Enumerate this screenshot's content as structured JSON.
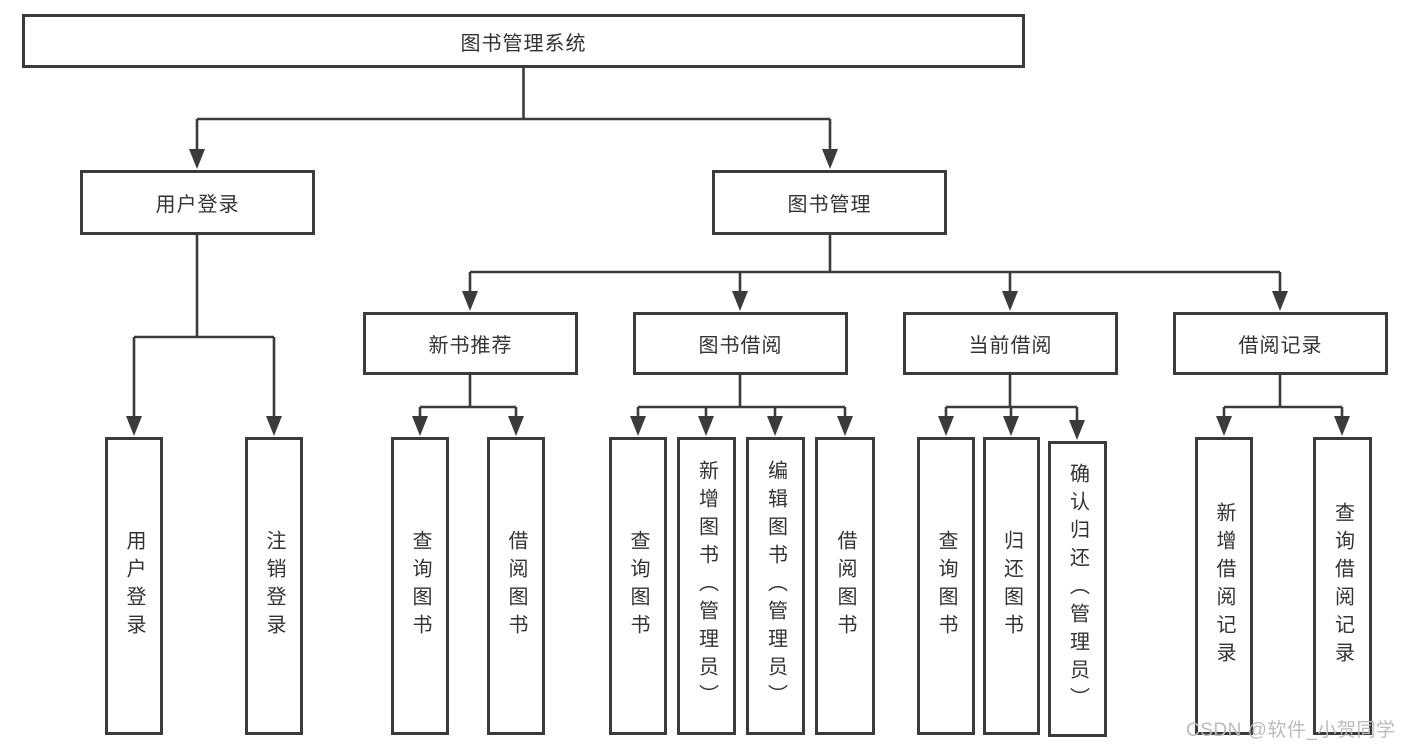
{
  "page": {
    "watermark": "CSDN @软件_小贺同学",
    "colors": {
      "line": "#3b3b3b",
      "box_border": "#3b3b3b",
      "box_fill": "#ffffff",
      "text": "#333333",
      "watermark": "#bcbcbc"
    }
  },
  "tree": {
    "root": {
      "label": "图书管理系统"
    },
    "children": [
      {
        "label": "用户登录",
        "children": [
          {
            "label": "用户登录"
          },
          {
            "label": "注销登录"
          }
        ]
      },
      {
        "label": "图书管理",
        "children": [
          {
            "label": "新书推荐",
            "children": [
              {
                "label": "查询图书"
              },
              {
                "label": "借阅图书"
              }
            ]
          },
          {
            "label": "图书借阅",
            "children": [
              {
                "label": "查询图书"
              },
              {
                "label": "新增图书（管理员）"
              },
              {
                "label": "编辑图书（管理员）"
              },
              {
                "label": "借阅图书"
              }
            ]
          },
          {
            "label": "当前借阅",
            "children": [
              {
                "label": "查询图书"
              },
              {
                "label": "归还图书"
              },
              {
                "label": "确认归还（管理员）"
              }
            ]
          },
          {
            "label": "借阅记录",
            "children": [
              {
                "label": "新增借阅记录"
              },
              {
                "label": "查询借阅记录"
              }
            ]
          }
        ]
      }
    ]
  }
}
